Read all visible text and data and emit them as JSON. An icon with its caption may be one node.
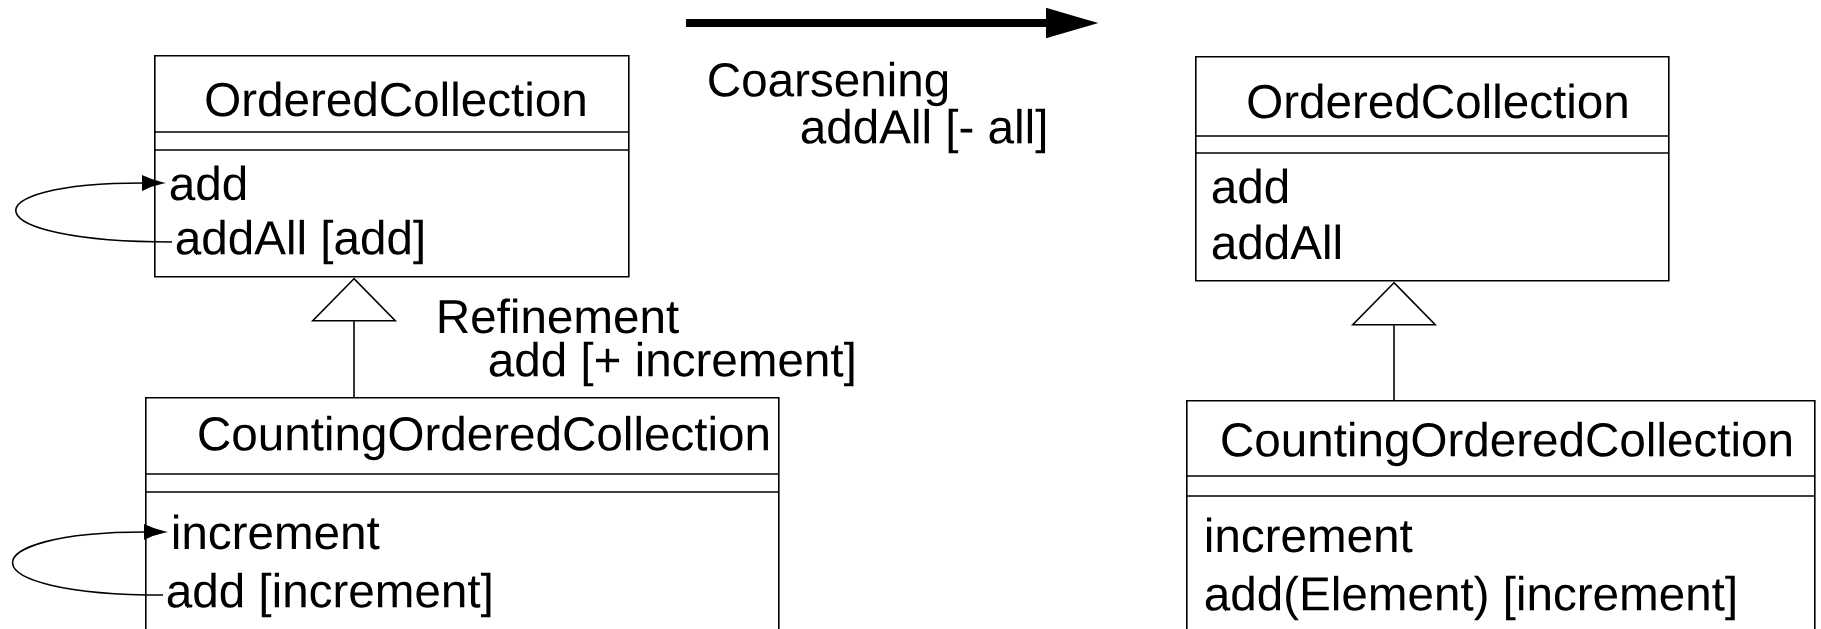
{
  "diagram": {
    "nodes": [
      {
        "text": [
          "OrderedCollection"
        ]
      },
      {
        "text": [
          "add"
        ],
        "in": 0
      },
      {
        "text": [
          "addAll [add]"
        ],
        "in": 0
      },
      {
        "text": [
          "CountingOrderedCollection"
        ]
      },
      {
        "text": [
          "increment"
        ],
        "in": 3
      },
      {
        "text": [
          "add [increment]"
        ],
        "in": 3
      },
      {
        "text": [
          "OrderedCollection"
        ]
      },
      {
        "text": [
          "add"
        ],
        "in": 6
      },
      {
        "text": [
          "addAll"
        ],
        "in": 6
      },
      {
        "text": [
          "CountingOrderedCollection"
        ]
      },
      {
        "text": [
          "increment"
        ],
        "in": 9
      },
      {
        "text": [
          "add(Element) [increment]"
        ],
        "in": 9
      }
    ],
    "edges": [
      {
        "from": 2,
        "to": 1,
        "arrow": "to"
      },
      {
        "from": 3,
        "to": 0,
        "arrow": "to"
      },
      {
        "from": 5,
        "to": 4,
        "arrow": "to"
      },
      {
        "from": 9,
        "to": 6,
        "arrow": "to"
      }
    ],
    "labels": [
      "Coarsening",
      "addAll [- all]",
      "Refinement",
      "add [+ increment]"
    ]
  }
}
